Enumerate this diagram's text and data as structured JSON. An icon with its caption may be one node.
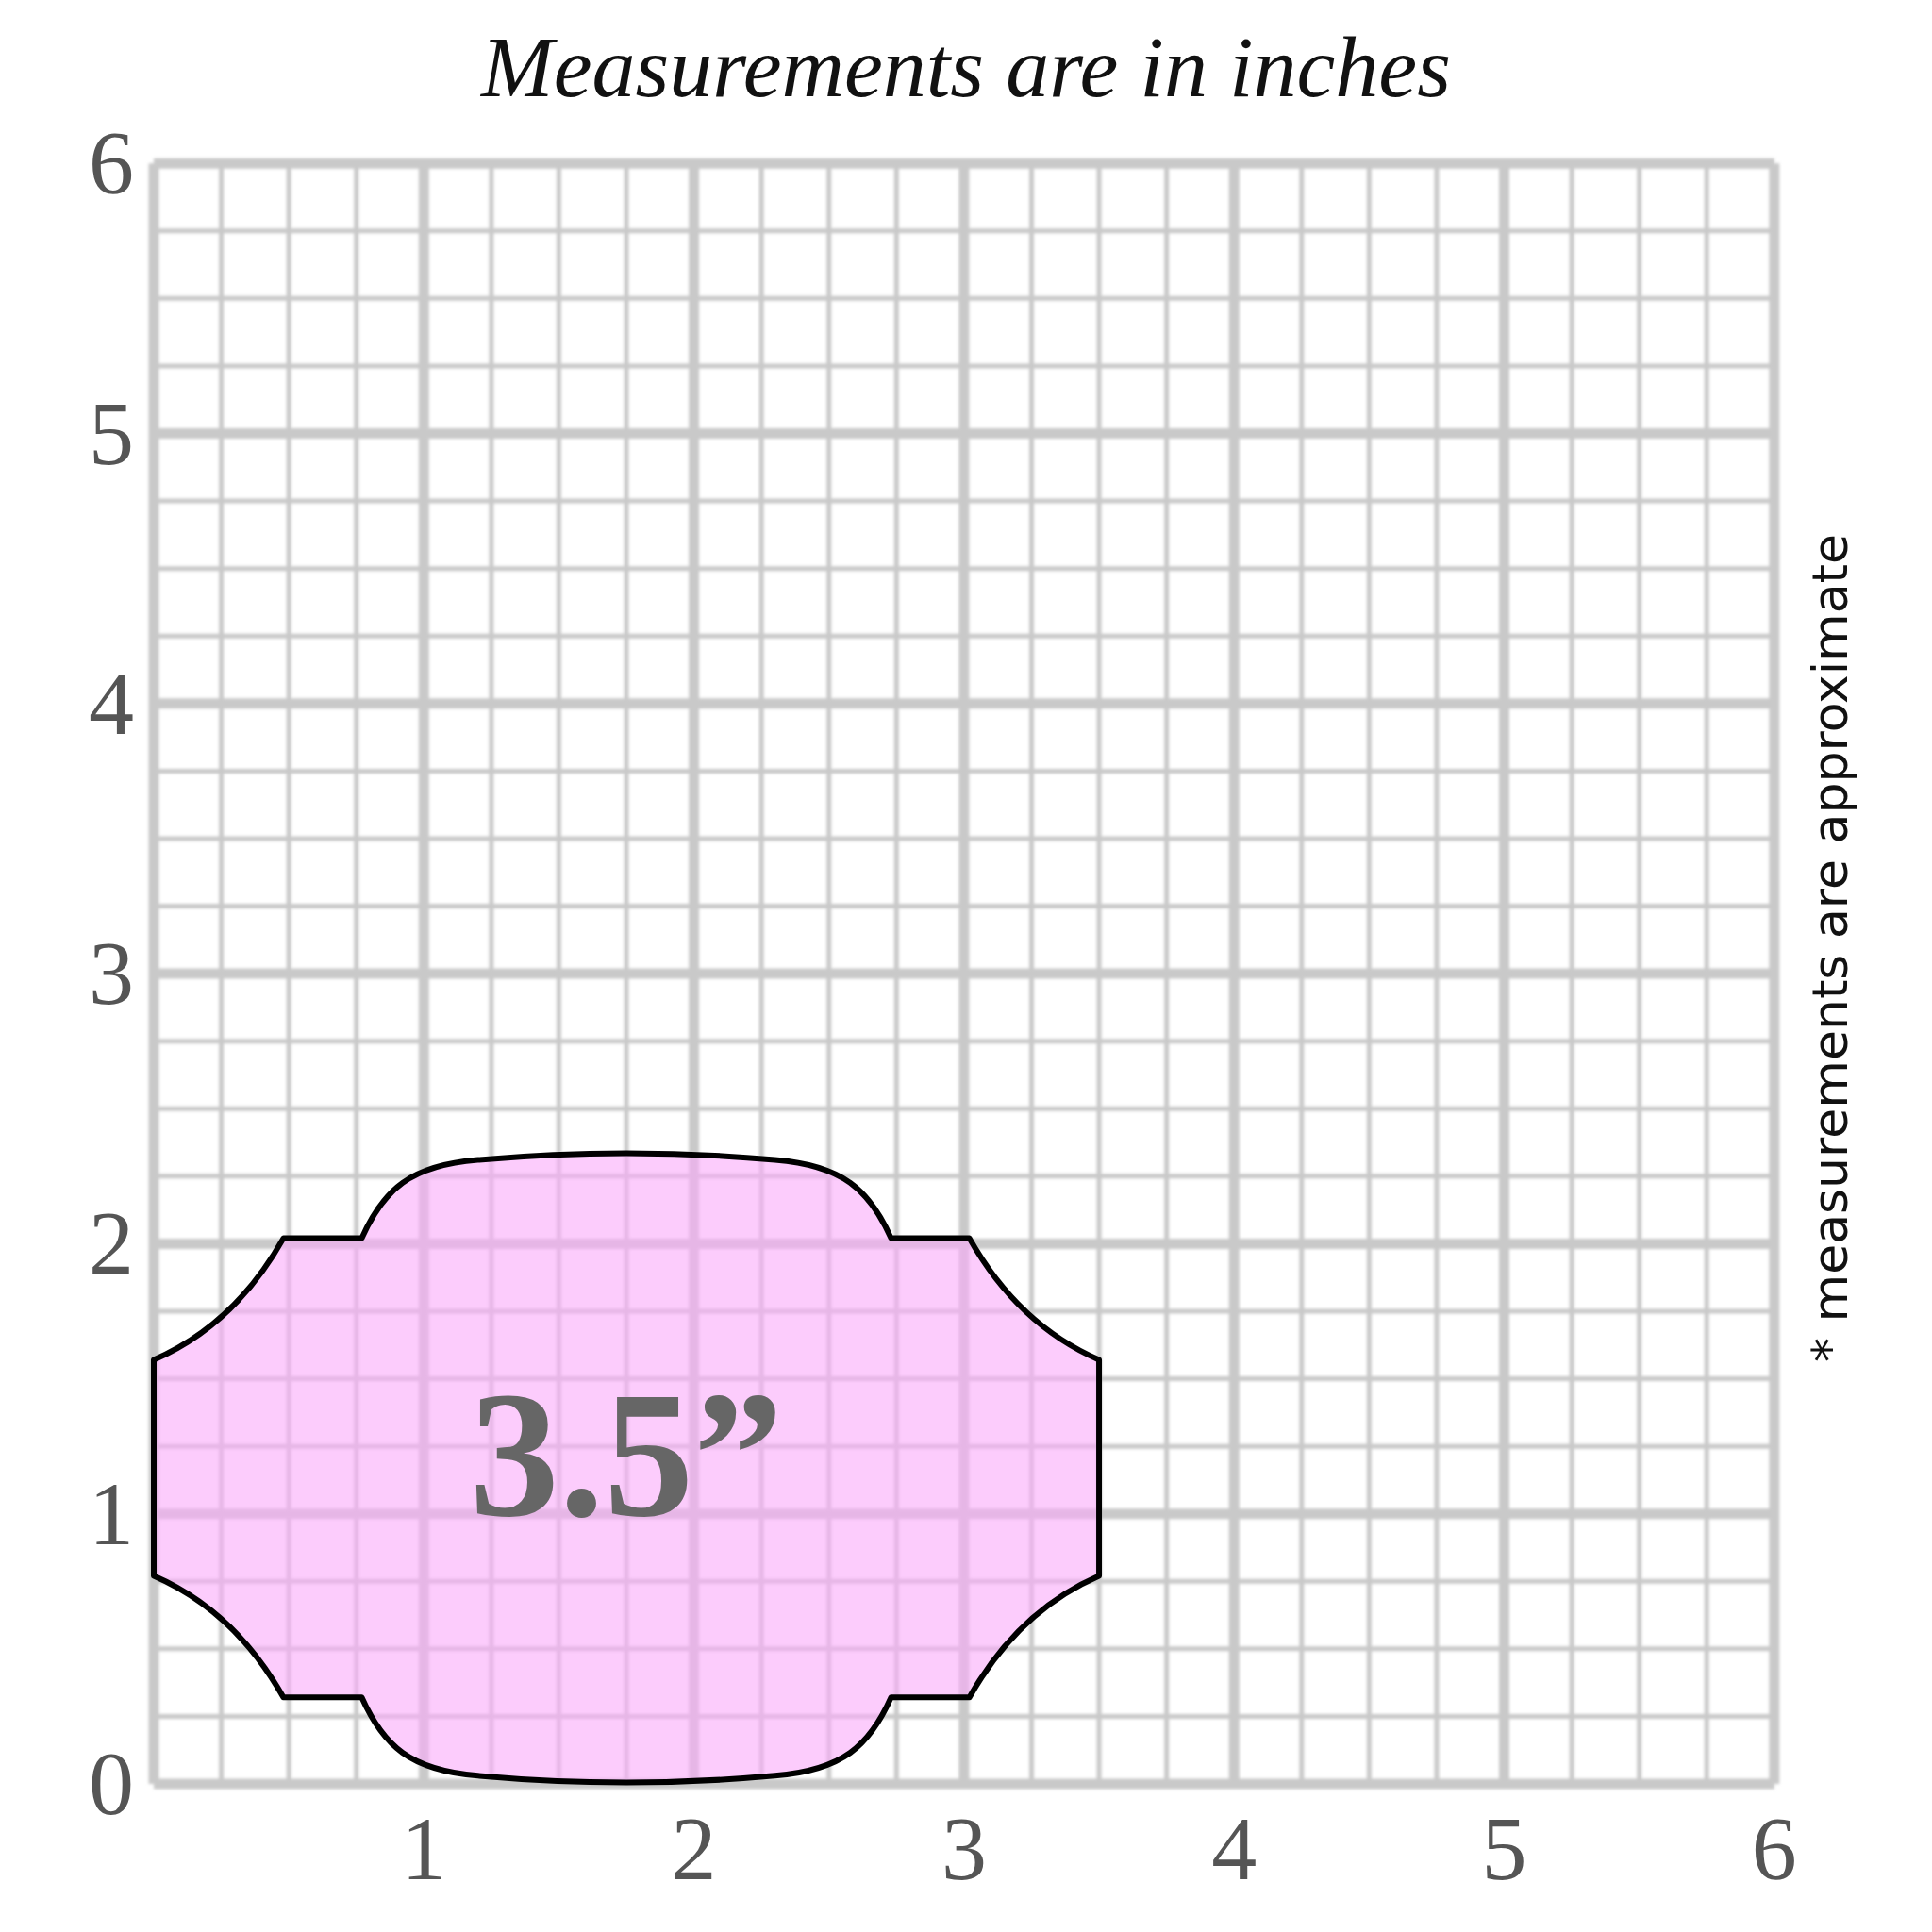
{
  "diagram": {
    "title": "Measurements are in inches",
    "nodes": [
      {
        "text": [
          "3.5”"
        ]
      }
    ],
    "edges": [],
    "labels": [
      "6",
      "5",
      "4",
      "3",
      "2",
      "1",
      "0",
      "1",
      "2",
      "3",
      "4",
      "5",
      "6",
      "* measurements are approximate"
    ]
  }
}
